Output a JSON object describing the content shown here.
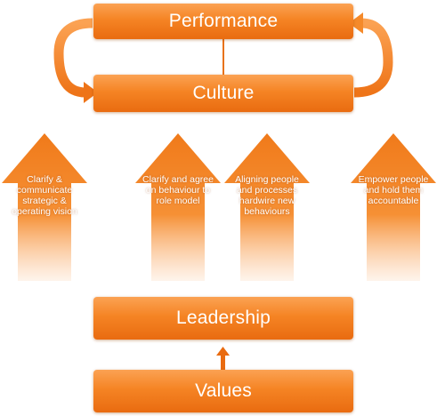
{
  "boxes": {
    "performance": "Performance",
    "culture": "Culture",
    "leadership": "Leadership",
    "values": "Values"
  },
  "arrows": [
    {
      "label": "Clarify & communicate strategic & operating vision"
    },
    {
      "label": "Clarify and agree on behaviour to role model"
    },
    {
      "label": "Aligning people and processes hardwire new behaviours"
    },
    {
      "label": "Empower people and hold them accountable"
    }
  ],
  "colors": {
    "accent": "#f58424",
    "accent_light": "#fba253",
    "accent_dark": "#e96b10",
    "text": "#ffffff"
  }
}
